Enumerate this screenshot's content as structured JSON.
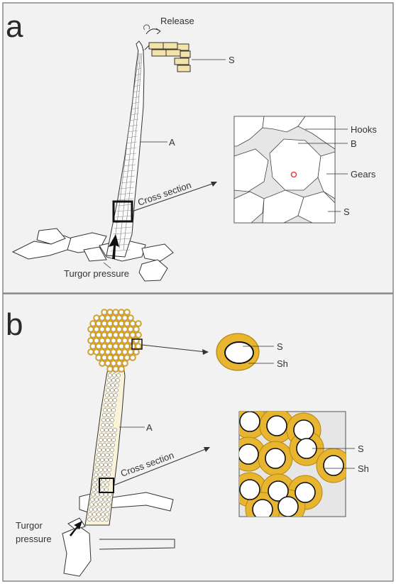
{
  "panel_a": {
    "letter": "a",
    "label_release": "Release",
    "label_s_top": "S",
    "label_a": "A",
    "label_cross_section": "Cross section",
    "label_turgor": "Turgor pressure",
    "inset_labels": {
      "hooks": "Hooks",
      "b": "B",
      "gears": "Gears",
      "s": "S"
    }
  },
  "panel_b": {
    "letter": "b",
    "label_a": "A",
    "label_cross_section": "Cross section",
    "label_turgor_1": "Turgor",
    "label_turgor_2": "pressure",
    "ring_labels": {
      "s": "S",
      "sh": "Sh"
    },
    "inset_labels": {
      "s": "S",
      "sh": "Sh"
    }
  },
  "colors": {
    "panel_bg": "#f2f2f2",
    "inset_bg": "#e6e6e6",
    "sheath": "#e8b531",
    "sheath_dark": "#b8860b",
    "red_marker": "#e04848"
  }
}
